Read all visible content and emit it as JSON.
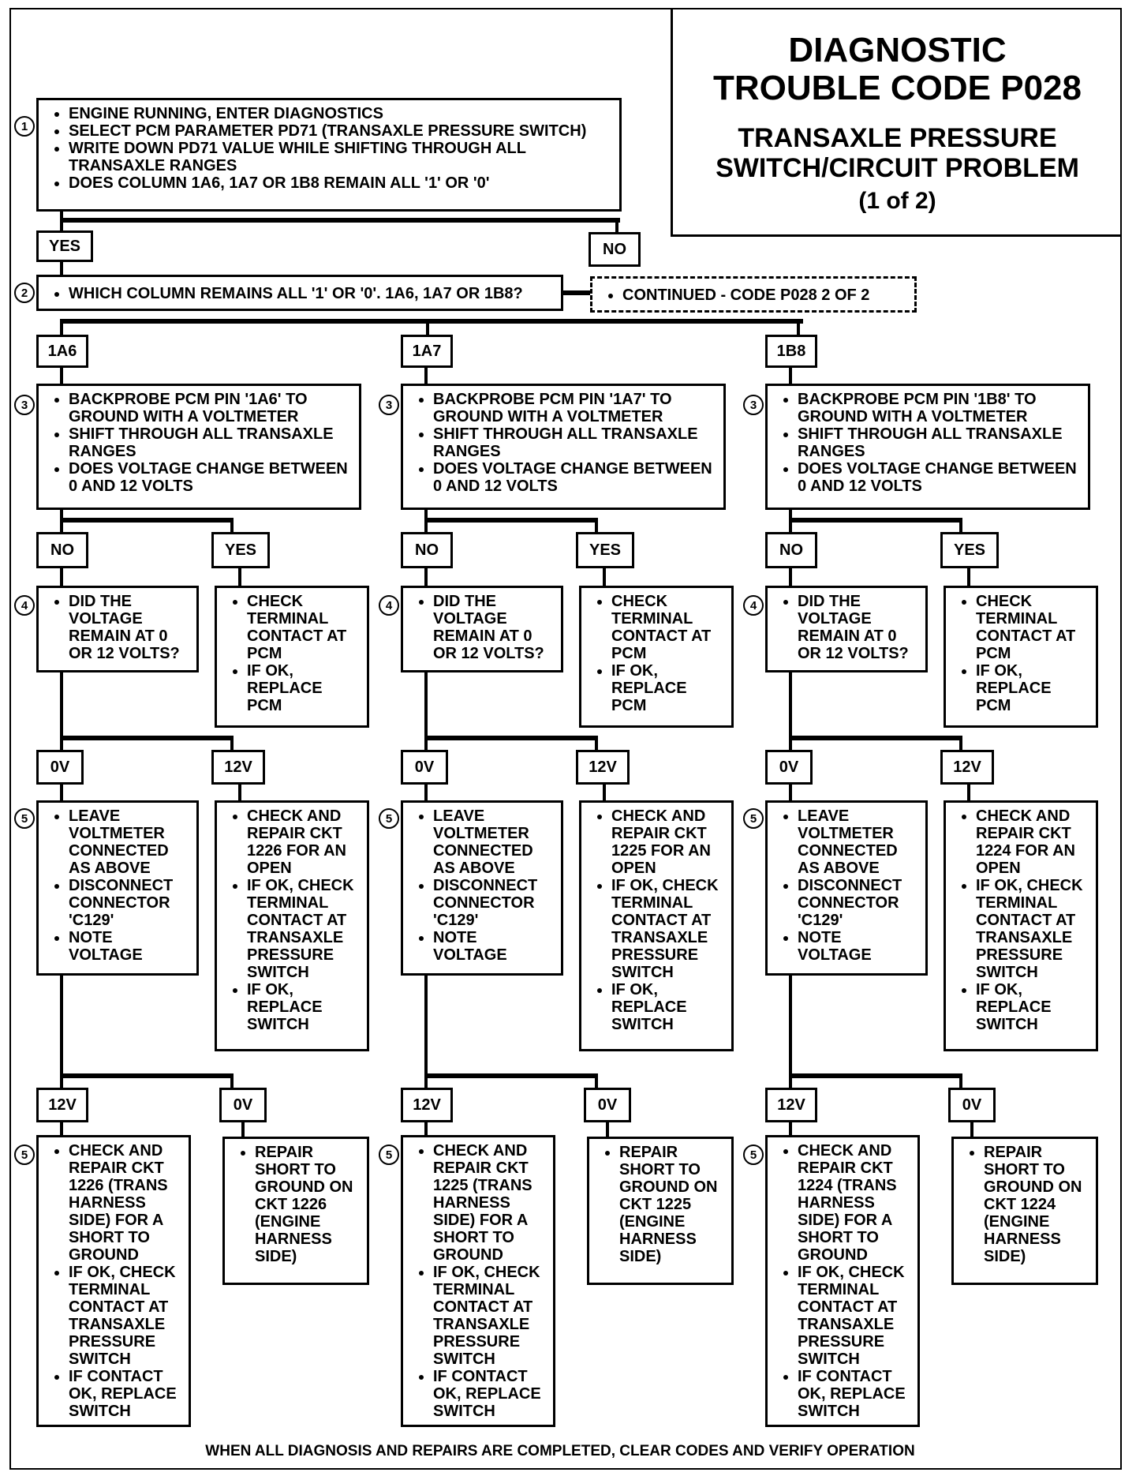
{
  "title": {
    "main_line1": "DIAGNOSTIC",
    "main_line2": "TROUBLE CODE P028",
    "sub_line1": "TRANSAXLE PRESSURE",
    "sub_line2": "SWITCH/CIRCUIT PROBLEM",
    "part": "(1 of 2)"
  },
  "step1": {
    "number": "1",
    "bullets": [
      "ENGINE RUNNING, ENTER DIAGNOSTICS",
      "SELECT PCM PARAMETER PD71 (TRANSAXLE PRESSURE SWITCH)",
      "WRITE DOWN PD71 VALUE WHILE SHIFTING THROUGH ALL TRANSAXLE RANGES",
      "DOES COLUMN 1A6, 1A7 OR 1B8 REMAIN ALL '1' OR '0'"
    ],
    "yes": "YES",
    "no": "NO"
  },
  "step2": {
    "number": "2",
    "bullets": [
      "WHICH COLUMN REMAINS ALL '1' OR '0'. 1A6, 1A7 OR 1B8?"
    ]
  },
  "continued": {
    "bullets": [
      "CONTINUED - CODE P028 2 OF 2"
    ]
  },
  "columns": [
    {
      "label": "1A6",
      "s3": {
        "number": "3",
        "bullets": [
          "BACKPROBE PCM PIN '1A6' TO GROUND WITH A VOLTMETER",
          "SHIFT THROUGH ALL TRANSAXLE RANGES",
          "DOES VOLTAGE CHANGE BETWEEN 0 AND 12 VOLTS"
        ]
      },
      "no": "NO",
      "yes": "YES",
      "s4": {
        "number": "4",
        "bullets": [
          "DID THE VOLTAGE REMAIN AT 0 OR 12 VOLTS?"
        ]
      },
      "yesbox": {
        "bullets": [
          "CHECK TERMINAL CONTACT AT PCM",
          "IF OK, REPLACE PCM"
        ]
      },
      "v0": "0V",
      "v12": "12V",
      "s5": {
        "number": "5",
        "bullets": [
          "LEAVE VOLTMETER CONNECTED AS ABOVE",
          "DISCONNECT CONNECTOR 'C129'",
          "NOTE VOLTAGE"
        ]
      },
      "v12box": {
        "bullets": [
          "CHECK AND REPAIR CKT 1226 FOR AN OPEN",
          "IF OK, CHECK TERMINAL CONTACT AT TRANSAXLE PRESSURE SWITCH",
          "IF OK, REPLACE SWITCH"
        ]
      },
      "b12": "12V",
      "b0": "0V",
      "s6": {
        "number": "5",
        "bullets": [
          "CHECK AND REPAIR CKT 1226 (TRANS HARNESS SIDE) FOR A SHORT TO GROUND",
          "IF OK, CHECK TERMINAL CONTACT AT TRANSAXLE PRESSURE SWITCH",
          "IF CONTACT OK, REPLACE SWITCH"
        ]
      },
      "b0box": {
        "bullets": [
          "REPAIR SHORT TO GROUND ON CKT 1226 (ENGINE HARNESS SIDE)"
        ]
      }
    },
    {
      "label": "1A7",
      "s3": {
        "number": "3",
        "bullets": [
          "BACKPROBE PCM PIN '1A7' TO GROUND WITH A VOLTMETER",
          "SHIFT THROUGH ALL TRANSAXLE RANGES",
          "DOES VOLTAGE CHANGE BETWEEN 0 AND 12 VOLTS"
        ]
      },
      "no": "NO",
      "yes": "YES",
      "s4": {
        "number": "4",
        "bullets": [
          "DID THE VOLTAGE REMAIN AT 0 OR 12 VOLTS?"
        ]
      },
      "yesbox": {
        "bullets": [
          "CHECK TERMINAL CONTACT AT PCM",
          "IF OK, REPLACE PCM"
        ]
      },
      "v0": "0V",
      "v12": "12V",
      "s5": {
        "number": "5",
        "bullets": [
          "LEAVE VOLTMETER CONNECTED AS ABOVE",
          "DISCONNECT CONNECTOR 'C129'",
          "NOTE VOLTAGE"
        ]
      },
      "v12box": {
        "bullets": [
          "CHECK AND REPAIR CKT 1225 FOR AN OPEN",
          "IF OK, CHECK TERMINAL CONTACT AT TRANSAXLE PRESSURE SWITCH",
          "IF OK, REPLACE SWITCH"
        ]
      },
      "b12": "12V",
      "b0": "0V",
      "s6": {
        "number": "5",
        "bullets": [
          "CHECK AND REPAIR CKT 1225 (TRANS HARNESS SIDE) FOR A SHORT TO GROUND",
          "IF OK, CHECK TERMINAL CONTACT AT TRANSAXLE PRESSURE SWITCH",
          "IF CONTACT OK, REPLACE SWITCH"
        ]
      },
      "b0box": {
        "bullets": [
          "REPAIR SHORT TO GROUND ON CKT 1225 (ENGINE HARNESS SIDE)"
        ]
      }
    },
    {
      "label": "1B8",
      "s3": {
        "number": "3",
        "bullets": [
          "BACKPROBE PCM PIN '1B8' TO GROUND WITH A VOLTMETER",
          "SHIFT THROUGH ALL TRANSAXLE RANGES",
          "DOES VOLTAGE CHANGE BETWEEN 0 AND 12 VOLTS"
        ]
      },
      "no": "NO",
      "yes": "YES",
      "s4": {
        "number": "4",
        "bullets": [
          "DID THE VOLTAGE REMAIN AT 0 OR 12 VOLTS?"
        ]
      },
      "yesbox": {
        "bullets": [
          "CHECK TERMINAL CONTACT AT PCM",
          "IF OK, REPLACE PCM"
        ]
      },
      "v0": "0V",
      "v12": "12V",
      "s5": {
        "number": "5",
        "bullets": [
          "LEAVE VOLTMETER CONNECTED AS ABOVE",
          "DISCONNECT CONNECTOR 'C129'",
          "NOTE VOLTAGE"
        ]
      },
      "v12box": {
        "bullets": [
          "CHECK AND REPAIR CKT 1224 FOR AN OPEN",
          "IF OK, CHECK TERMINAL CONTACT AT TRANSAXLE PRESSURE SWITCH",
          "IF OK, REPLACE SWITCH"
        ]
      },
      "b12": "12V",
      "b0": "0V",
      "s6": {
        "number": "5",
        "bullets": [
          "CHECK AND REPAIR CKT 1224 (TRANS HARNESS SIDE) FOR A SHORT TO GROUND",
          "IF OK, CHECK TERMINAL CONTACT AT TRANSAXLE PRESSURE SWITCH",
          "IF CONTACT OK, REPLACE SWITCH"
        ]
      },
      "b0box": {
        "bullets": [
          "REPAIR SHORT TO GROUND ON CKT 1224 (ENGINE HARNESS SIDE)"
        ]
      }
    }
  ],
  "footer": "WHEN ALL DIAGNOSIS AND REPAIRS ARE COMPLETED, CLEAR CODES AND VERIFY OPERATION"
}
